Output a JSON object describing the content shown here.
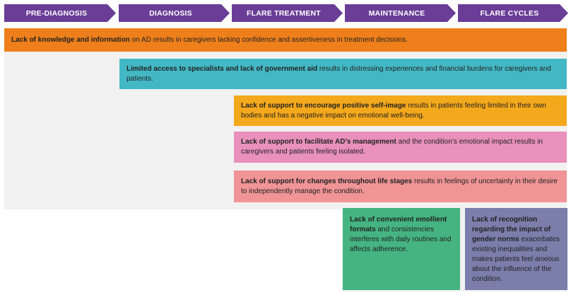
{
  "stages": [
    "PRE-DIAGNOSIS",
    "DIAGNOSIS",
    "FLARE TREATMENT",
    "MAINTENANCE",
    "FLARE CYCLES"
  ],
  "colors": {
    "stage": "#6a3d97",
    "orange": "#ee7f1b",
    "teal": "#43b8c5",
    "yellow": "#f4a81b",
    "pink": "#e990bd",
    "salmon": "#f09496",
    "green": "#45b481",
    "purple": "#7b7dab",
    "shade": "#f1f1f1"
  },
  "barriers": [
    {
      "bold": "Lack of knowledge and information",
      "rest": " on AD results in caregivers lacking confidence and assertiveness in treatment decisions."
    },
    {
      "bold": "Limited access to specialists and lack of government aid",
      "rest": " results in distressing experiences and financial burdens for caregivers and patients."
    },
    {
      "bold": "Lack of support to encourage positive self-image",
      "rest": " results in patients feeling limited in their own bodies and has a negative impact on emotional well-being."
    },
    {
      "bold": "Lack of support to facilitate AD’s management",
      "rest": " and the condition’s emotional impact results in caregivers and patients feeling isolated."
    },
    {
      "bold": "Lack of support for changes throughout life stages",
      "rest": " results in feelings of uncertainty in their desire to independently manage the condition."
    },
    {
      "bold": "Lack of convenient emollient formats",
      "rest": " and consistencies interferes with daily routines and affects adherence."
    },
    {
      "bold": "Lack of recognition regarding the impact of gender norms",
      "rest": " exacerbates existing inequalities and makes patients feel anxious about the influence of the condition."
    }
  ]
}
